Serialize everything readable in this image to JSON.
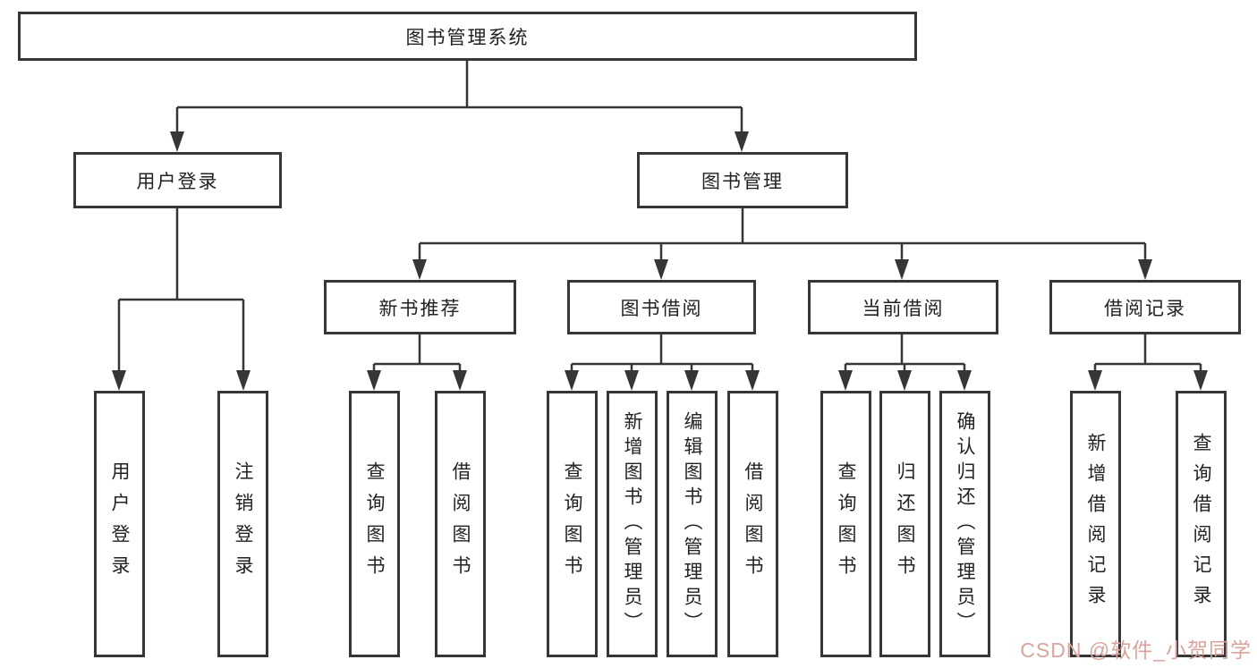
{
  "colors": {
    "line": "#363636",
    "text": "#222222",
    "watermark": "#d8a49b",
    "background": "#ffffff"
  },
  "diagram": {
    "root": "图书管理系统",
    "watermark": "CSDN @软件_小贺同学",
    "branches": [
      {
        "label": "用户登录",
        "children": [
          "用户登录",
          "注销登录"
        ]
      },
      {
        "label": "图书管理",
        "children": [
          {
            "label": "新书推荐",
            "children": [
              "查询图书",
              "借阅图书"
            ]
          },
          {
            "label": "图书借阅",
            "children": [
              "查询图书",
              "新增图书（管理员）",
              "编辑图书（管理员）",
              "借阅图书"
            ]
          },
          {
            "label": "当前借阅",
            "children": [
              "查询图书",
              "归还图书",
              "确认归还（管理员）"
            ]
          },
          {
            "label": "借阅记录",
            "children": [
              "新增借阅记录",
              "查询借阅记录"
            ]
          }
        ]
      }
    ]
  }
}
